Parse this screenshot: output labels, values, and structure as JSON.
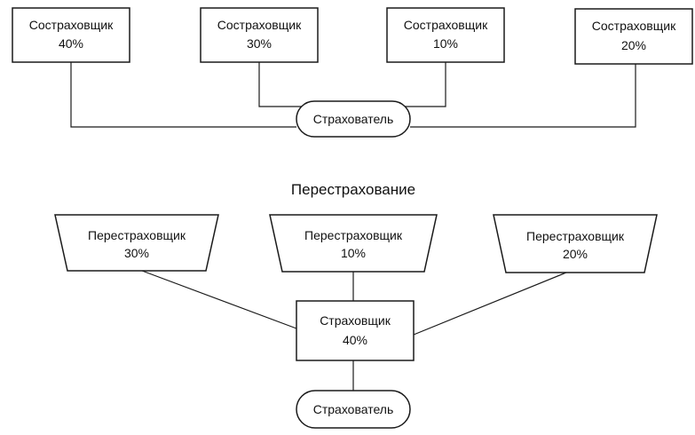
{
  "coinsurance": {
    "coinsurers": [
      {
        "name": "Состраховщик",
        "share": "40%"
      },
      {
        "name": "Состраховщик",
        "share": "30%"
      },
      {
        "name": "Состраховщик",
        "share": "10%"
      },
      {
        "name": "Состраховщик",
        "share": "20%"
      }
    ],
    "insured": "Страхователь"
  },
  "reinsurance": {
    "title": "Перестрахование",
    "reinsurers": [
      {
        "name": "Перестраховщик",
        "share": "30%"
      },
      {
        "name": "Перестраховщик",
        "share": "10%"
      },
      {
        "name": "Перестраховщик",
        "share": "20%"
      }
    ],
    "insurer": {
      "name": "Страховщик",
      "share": "40%"
    },
    "insured": "Страхователь"
  }
}
